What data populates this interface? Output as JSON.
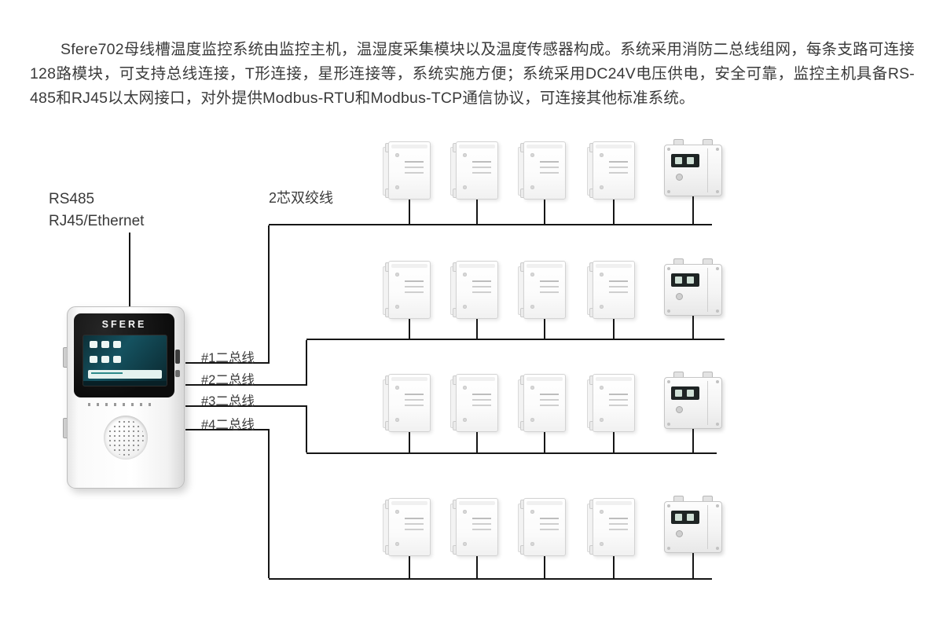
{
  "intro": {
    "text": "Sfere702母线槽温度监控系统由监控主机，温湿度采集模块以及温度传感器构成。系统采用消防二总线组网，每条支路可连接128路模块，可支持总线连接，T形连接，星形连接等，系统实施方便；系统采用DC24V电压供电，安全可靠，监控主机具备RS-485和RJ45以太网接口，对外提供Modbus-RTU和Modbus-TCP通信协议，可连接其他标准系统。"
  },
  "diagram": {
    "host": {
      "brand": "SFERE",
      "port_labels": [
        "RS485",
        "RJ45/Ethernet"
      ]
    },
    "wire_label": "2芯双绞线",
    "bus_labels": [
      "#1二总线",
      "#2二总线",
      "#3二总线",
      "#4二总线"
    ],
    "rows": [
      {
        "modules": 4,
        "sensors": 1
      },
      {
        "modules": 4,
        "sensors": 1
      },
      {
        "modules": 4,
        "sensors": 1
      },
      {
        "modules": 4,
        "sensors": 1
      }
    ],
    "colors": {
      "line": "#161616",
      "text": "#3a3a3a"
    }
  }
}
